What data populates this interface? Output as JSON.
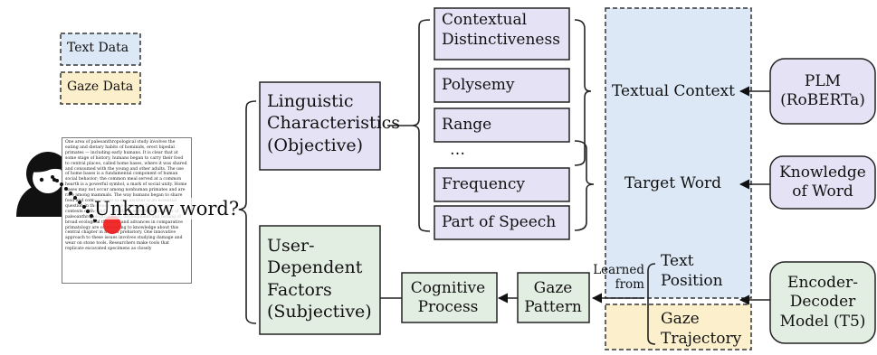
{
  "legend": {
    "text_data": "Text Data",
    "gaze_data": "Gaze Data"
  },
  "document": {
    "text": "One area of paleoanthropological study involves the eating and dietary habits of hominids, erect bipedal primates — including early humans. It is clear that at some stage of history, humans began to carry their food to central places, called home bases, where it was shared and consumed with the young and other adults. The use of home bases is a fundamental component of human social behavior; the common meal served at a common hearth is a powerful symbol, a mark of social unity. Home bases may not occur among nonhuman primates and are rare among mammals. The way humans began to share food and communicate to one another is an essential question in the study of the early and fixed choice contexts of the shift ... Work on early tools, surveys of paleoanthropological sites, development and testing of broad ecological theories, and advances in comparative primatology are contributing to knowledge about this central chapter in human prehistory. One innovative approach to these issues involves studying damage and wear on stone tools. Researchers make tools that replicate excavated specimens as closely"
  },
  "unknown_word_label": "Unknow word?",
  "nodes": {
    "linguistic": "Linguistic Characteristics (Objective)",
    "user_dependent": "User-Dependent Factors (Subjective)",
    "contextual_distinctiveness": "Contextual Distinctiveness",
    "polysemy": "Polysemy",
    "range": "Range",
    "ellipsis": "…",
    "frequency": "Frequency",
    "part_of_speech": "Part of Speech",
    "cognitive_process": "Cognitive Process",
    "gaze_pattern": "Gaze Pattern",
    "textual_context": "Textual Context",
    "target_word": "Target Word",
    "text_position": "Text Position",
    "gaze_trajectory": "Gaze Trajectory",
    "learned_from": "Learned from",
    "plm": "PLM (RoBERTa)",
    "knowledge_of_word": "Knowledge of Word",
    "encoder_decoder": "Encoder-Decoder Model (T5)"
  },
  "colors": {
    "text_data_fill": "#dce8f6",
    "gaze_data_fill": "#fcf0cc",
    "linguistic_fill": "#e6e2f5",
    "user_fill": "#e3eee3",
    "gaze_marker": "#ee2222"
  }
}
